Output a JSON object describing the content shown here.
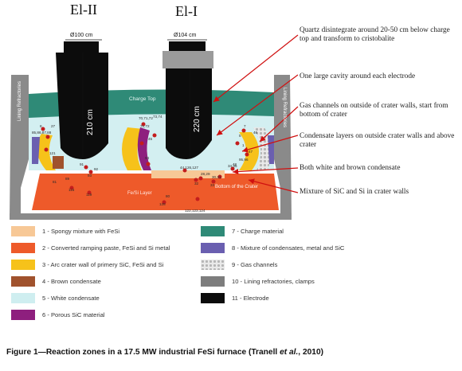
{
  "electrodes": [
    {
      "name": "El-II",
      "diameter": "Ø100 cm"
    },
    {
      "name": "El-I",
      "diameter": "Ø104 cm"
    }
  ],
  "electrode_lengths": [
    "210 cm",
    "220 cm"
  ],
  "labels": {
    "charge_top": "Charge Top",
    "lining_left": "Lining Refractories",
    "lining_right": "Lining Refractories",
    "metal_layer": "Fe/Si Layer",
    "bottom_crater": "Bottom of the Crater"
  },
  "sample_numbers": [
    "8",
    "27",
    "70,71,72",
    "73,74",
    "85,86,87,88",
    "5",
    "1",
    "7",
    "91",
    "92",
    "93",
    "94",
    "95,96",
    "45",
    "46",
    "47",
    "48",
    "121",
    "115",
    "119",
    "128",
    "44,126,127",
    "28,29",
    "30,31",
    "32",
    "33",
    "34,35",
    "71,72",
    "122,123,124",
    "81",
    "89",
    "80"
  ],
  "notes": [
    "Quartz disintegrate around 20-50 cm below charge top and transform to cristobalite",
    "One large cavity around each electrode",
    "Gas channels on outside of crater walls, start  from bottom of crater",
    "Condensate layers on outside crater walls and above crater",
    "Both white and brown condensate",
    "Mixture of SiC and Si in crater walls"
  ],
  "legend": [
    {
      "label": "1 - Spongy mixture with FeSi",
      "color": "#f7c896"
    },
    {
      "label": "2 - Converted ramping paste, FeSi and Si metal",
      "color": "#ee5a2a"
    },
    {
      "label": "3 - Arc crater wall of primery SiC, FeSi and Si",
      "color": "#f6c21a"
    },
    {
      "label": "4 - Brown condensate",
      "color": "#a0522d"
    },
    {
      "label": "5 - White condensate",
      "color": "#cfeef0"
    },
    {
      "label": "6 - Porous SiC material",
      "color": "#8e1f7e"
    },
    {
      "label": "7 - Charge material",
      "color": "#2f8a77"
    },
    {
      "label": "8 - Mixture of condensates, metal and SiC",
      "color": "#6a5fb0"
    },
    {
      "label": "9 - Gas channels",
      "color": "#d8d8d8"
    },
    {
      "label": "10 - Lining refractories, clamps",
      "color": "#7d7d7d"
    },
    {
      "label": "11 - Electrode",
      "color": "#0c0c0c"
    }
  ],
  "caption": {
    "text": "Figure 1—Reaction zones in a 17.5 MW industrial FeSi furnace (Tranell ",
    "italic": "et al.",
    "suffix": ", 2010)"
  }
}
